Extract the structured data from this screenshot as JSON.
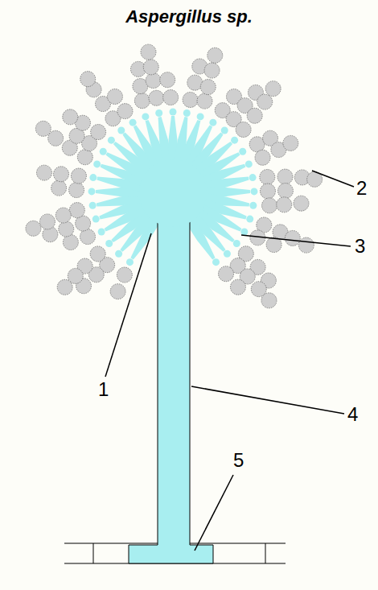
{
  "diagram": {
    "title": "Aspergillus sp.",
    "labels": [
      "1",
      "2",
      "3",
      "4",
      "5"
    ]
  }
}
